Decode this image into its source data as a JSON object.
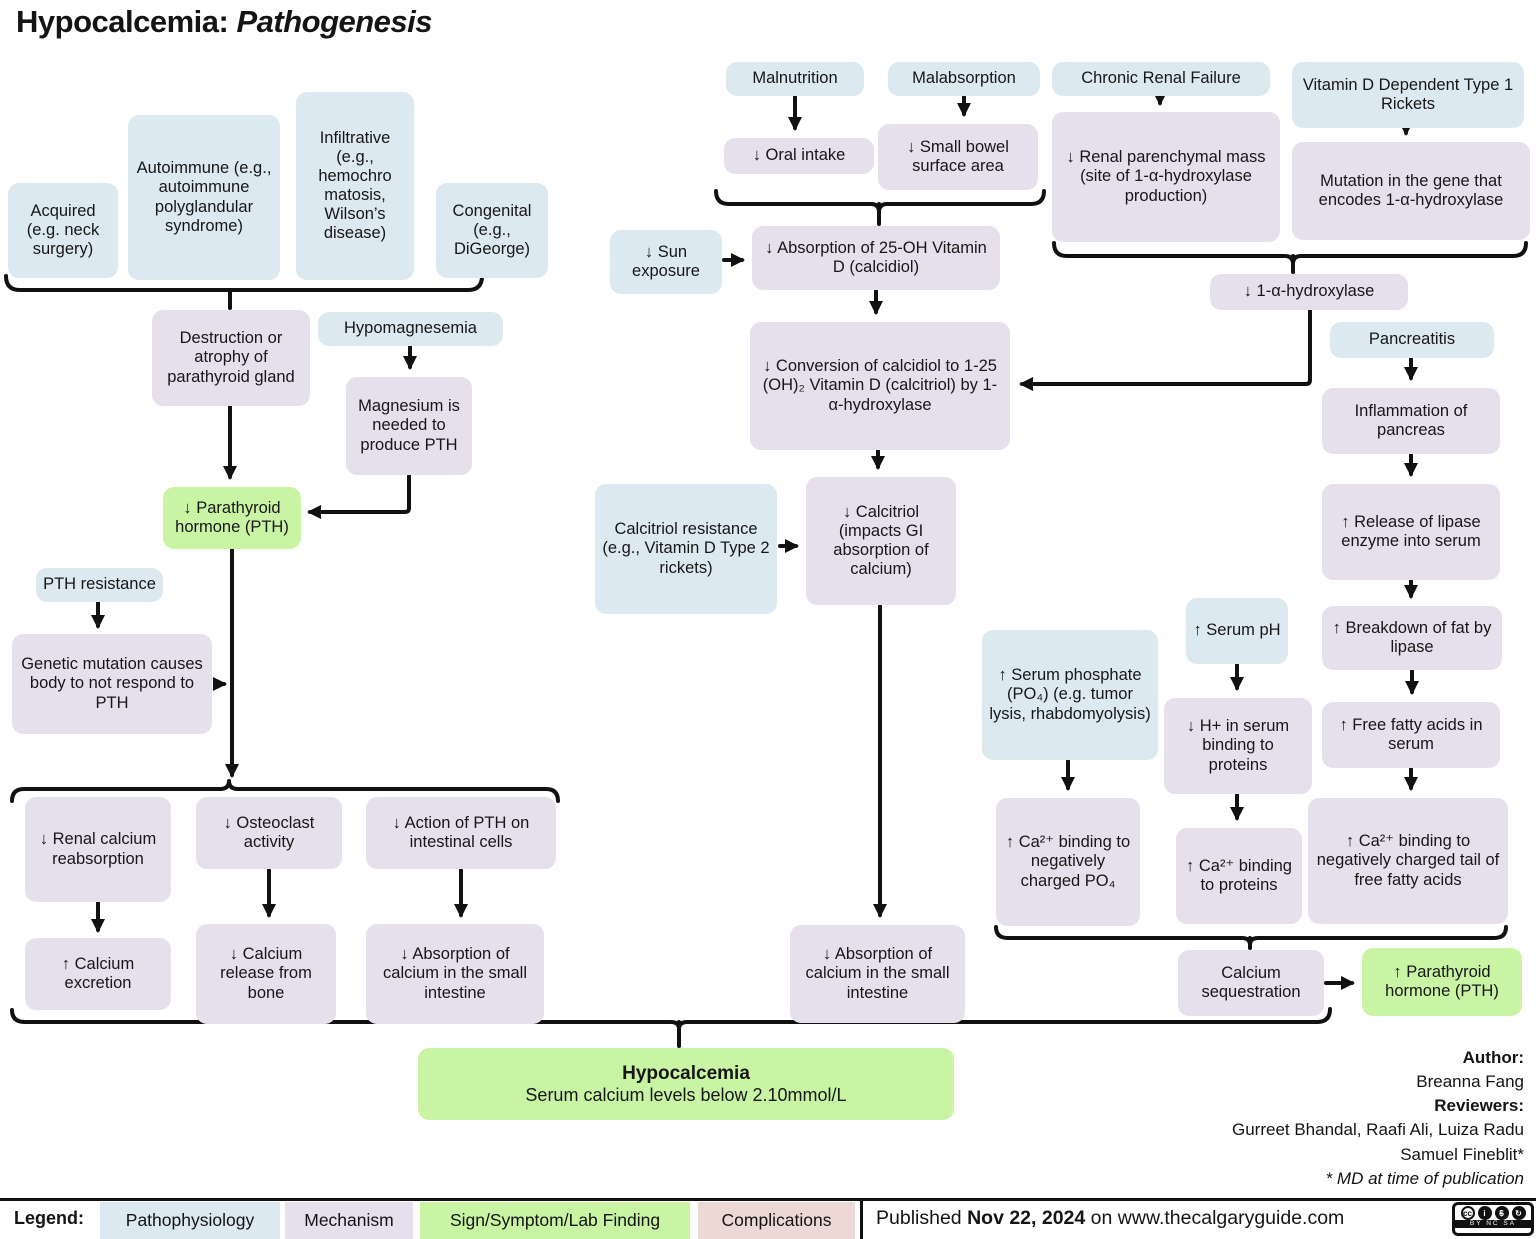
{
  "title": {
    "main": "Hypocalcemia:",
    "styled": "Pathogenesis"
  },
  "nodes": {
    "acquired": "Acquired (e.g. neck surgery)",
    "autoimmune": "Autoimmune (e.g., autoimmune polyglandular syndrome)",
    "infiltrative": "Infiltrative (e.g., hemochro matosis, Wilson’s disease)",
    "congenital": "Congenital (e.g., DiGeorge)",
    "destruction": "Destruction or atrophy of parathyroid gland",
    "hypomagnesemia": "Hypomagnesemia",
    "magnesium": "Magnesium is needed to produce PTH",
    "pth_low": "↓ Parathyroid hormone (PTH)",
    "pth_resistance": "PTH resistance",
    "genetic_mutation": "Genetic mutation causes body to not respond to PTH",
    "renal_calcium": "↓ Renal calcium reabsorption",
    "osteoclast": "↓ Osteoclast activity",
    "action_pth": "↓ Action of PTH on intestinal cells",
    "calcium_excretion": "↑ Calcium excretion",
    "calcium_release": "↓ Calcium release from bone",
    "absorption_si_left": "↓ Absorption of calcium in the small intestine",
    "malnutrition": "Malnutrition",
    "oral_intake": "↓ Oral intake",
    "malabsorption": "Malabsorption",
    "small_bowel": "↓ Small bowel surface area",
    "sun_exposure": "↓ Sun exposure",
    "absorption_25oh": "↓ Absorption of 25-OH Vitamin D (calcidiol)",
    "conversion": "↓ Conversion of calcidiol to 1-25 (OH)₂ Vitamin D (calcitriol) by 1-α-hydroxylase",
    "calcitriol_resistance": "Calcitriol resistance (e.g., Vitamin D Type 2 rickets)",
    "calcitriol_impacts": "↓ Calcitriol (impacts GI absorption of calcium)",
    "absorption_si_mid": "↓ Absorption of calcium in the small intestine",
    "crf": "Chronic Renal Failure",
    "renal_parenchymal": "↓ Renal parenchymal mass (site of 1-α-hydroxylase production)",
    "vitd_rickets": "Vitamin D Dependent Type 1 Rickets",
    "mutation_gene": "Mutation in the gene that encodes 1-α-hydroxylase",
    "alpha_hydroxylase": "↓ 1-α-hydroxylase",
    "pancreatitis": "Pancreatitis",
    "inflammation": "Inflammation of pancreas",
    "release_lipase": "↑ Release of lipase enzyme into serum",
    "breakdown_fat": "↑ Breakdown of fat by lipase",
    "free_fatty": "↑ Free fatty acids in serum",
    "ca_ffa": "↑ Ca²⁺ binding to negatively charged tail of free fatty acids",
    "serum_phosphate": "↑ Serum phosphate (PO₄) (e.g. tumor lysis, rhabdomyolysis)",
    "serum_ph": "↑ Serum pH",
    "h_serum": "↓ H+ in serum binding to proteins",
    "ca_po4": "↑ Ca²⁺ binding to negatively charged PO₄",
    "ca_proteins": "↑ Ca²⁺ binding to proteins",
    "calcium_seq": "Calcium sequestration",
    "pth_high": "↑ Parathyroid hormone (PTH)"
  },
  "hypocalcemia": {
    "title": "Hypocalcemia",
    "subtitle": "Serum calcium levels below 2.10mmol/L"
  },
  "credits": {
    "author_label": "Author:",
    "author": "Breanna Fang",
    "reviewers_label": "Reviewers:",
    "reviewers_line1": "Gurreet Bhandal, Raafi Ali, Luiza Radu",
    "reviewers_line2": "Samuel Fineblit*",
    "note": "* MD at time of publication"
  },
  "legend": {
    "label": "Legend:",
    "items": [
      {
        "label": "Pathophysiology",
        "color": "#dce9f1"
      },
      {
        "label": "Mechanism",
        "color": "#e6e0ec"
      },
      {
        "label": "Sign/Symptom/Lab Finding",
        "color": "#c9f4a4"
      },
      {
        "label": "Complications",
        "color": "#ecd8d5"
      }
    ]
  },
  "footer": {
    "published_prefix": "Published ",
    "published_date": "Nov 22, 2024",
    "published_suffix": " on www.thecalgaryguide.com",
    "license": {
      "cc": "cc",
      "by_glyph": "i",
      "nc_glyph": "$",
      "sa_glyph": "↻",
      "labels": "BY NC SA"
    }
  },
  "colors": {
    "pathophysiology": "#dce9f1",
    "mechanism": "#e6e0ec",
    "finding": "#c9f4a4",
    "complications": "#ecd8d5",
    "line": "#111111"
  }
}
